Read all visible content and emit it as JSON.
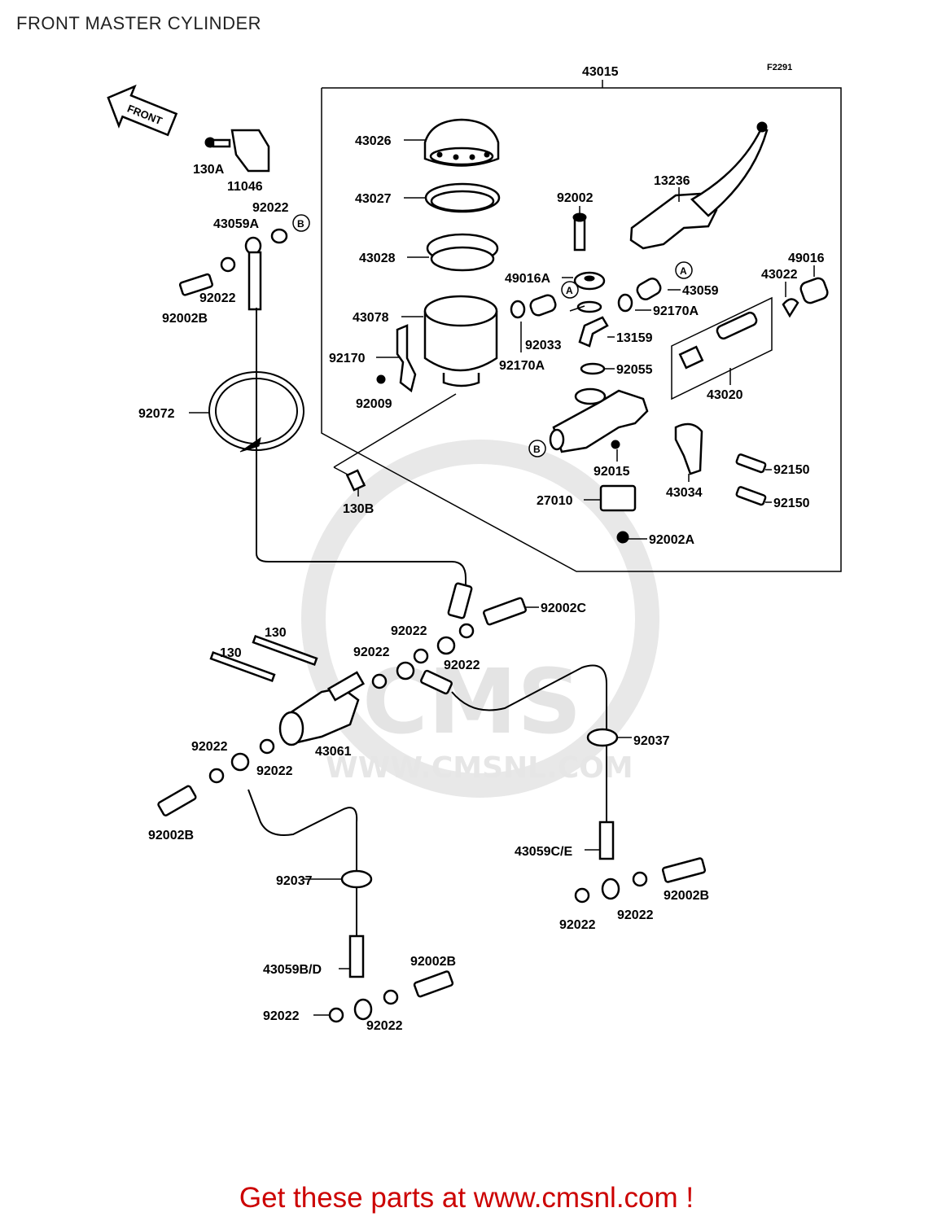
{
  "header": {
    "title": "FRONT MASTER CYLINDER"
  },
  "footer": {
    "text": "Get these parts at www.cmsnl.com !"
  },
  "diagram": {
    "code": "F2291",
    "front_arrow": "FRONT",
    "watermark": {
      "brand": "CMS",
      "url": "WWW.CMSNL.COM"
    },
    "callouts": {
      "A": "A",
      "B": "B"
    },
    "labels": {
      "l43015": "43015",
      "l43026": "43026",
      "l43027": "43027",
      "l43028": "43028",
      "l43078": "43078",
      "l92170": "92170",
      "l92009": "92009",
      "l13236": "13236",
      "l92002": "92002",
      "l49016A": "49016A",
      "l43059": "43059",
      "l92170A_1": "92170A",
      "l92170A_2": "92170A",
      "l92033": "92033",
      "l13159": "13159",
      "l92055": "92055",
      "l43022": "43022",
      "l49016": "49016",
      "l43020": "43020",
      "l92015": "92015",
      "l43034": "43034",
      "l92150_1": "92150",
      "l92150_2": "92150",
      "l27010": "27010",
      "l92002A": "92002A",
      "l130A": "130A",
      "l11046": "11046",
      "l92022_a": "92022",
      "l43059A": "43059A",
      "l92022_b": "92022",
      "l92002B_a": "92002B",
      "l92072": "92072",
      "l130B": "130B",
      "l92002C": "92002C",
      "l92022_c": "92022",
      "l92022_d": "92022",
      "l92022_e": "92022",
      "l130_1": "130",
      "l130_2": "130",
      "l43061": "43061",
      "l92022_f": "92022",
      "l92022_g": "92022",
      "l92002B_b": "92002B",
      "l92037_a": "92037",
      "l92037_b": "92037",
      "l43059CE": "43059C/E",
      "l92002B_c": "92002B",
      "l92022_h": "92022",
      "l92022_i": "92022",
      "l43059BD": "43059B/D",
      "l92002B_d": "92002B",
      "l92022_j": "92022",
      "l92022_k": "92022"
    }
  }
}
